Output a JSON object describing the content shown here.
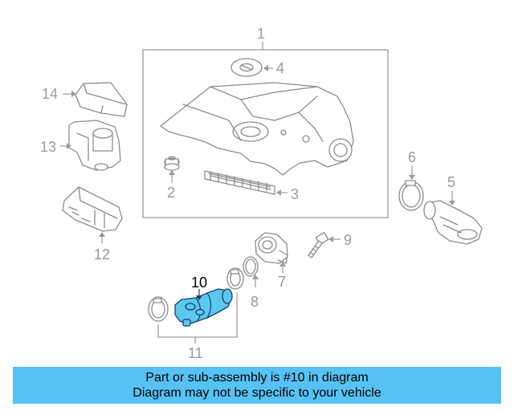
{
  "diagram": {
    "callouts": {
      "c1": "1",
      "c2": "2",
      "c3": "3",
      "c4": "4",
      "c5": "5",
      "c6": "6",
      "c7": "7",
      "c8": "8",
      "c9": "9",
      "c10": "10",
      "c11": "11",
      "c12": "12",
      "c13": "13",
      "c14": "14"
    },
    "highlighted_part": "10",
    "colors": {
      "highlight_fill": "#5bc8ef",
      "highlight_stroke": "#1a3f66",
      "banner": "#56c2f3",
      "part_lines": "#8c8c8c"
    }
  },
  "banner": {
    "line1": "Part or sub-assembly is #10 in diagram",
    "line2": "Diagram may not be specific to your vehicle"
  }
}
